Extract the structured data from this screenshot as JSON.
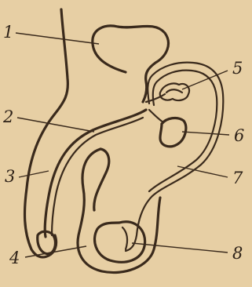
{
  "labels": {
    "l1": "1",
    "l2": "2",
    "l3": "3",
    "l4": "4",
    "l5": "5",
    "l6": "6",
    "l7": "7",
    "l8": "8"
  },
  "colors": {
    "paper": "#e7cfa4",
    "ink": "#3a2a1c"
  }
}
